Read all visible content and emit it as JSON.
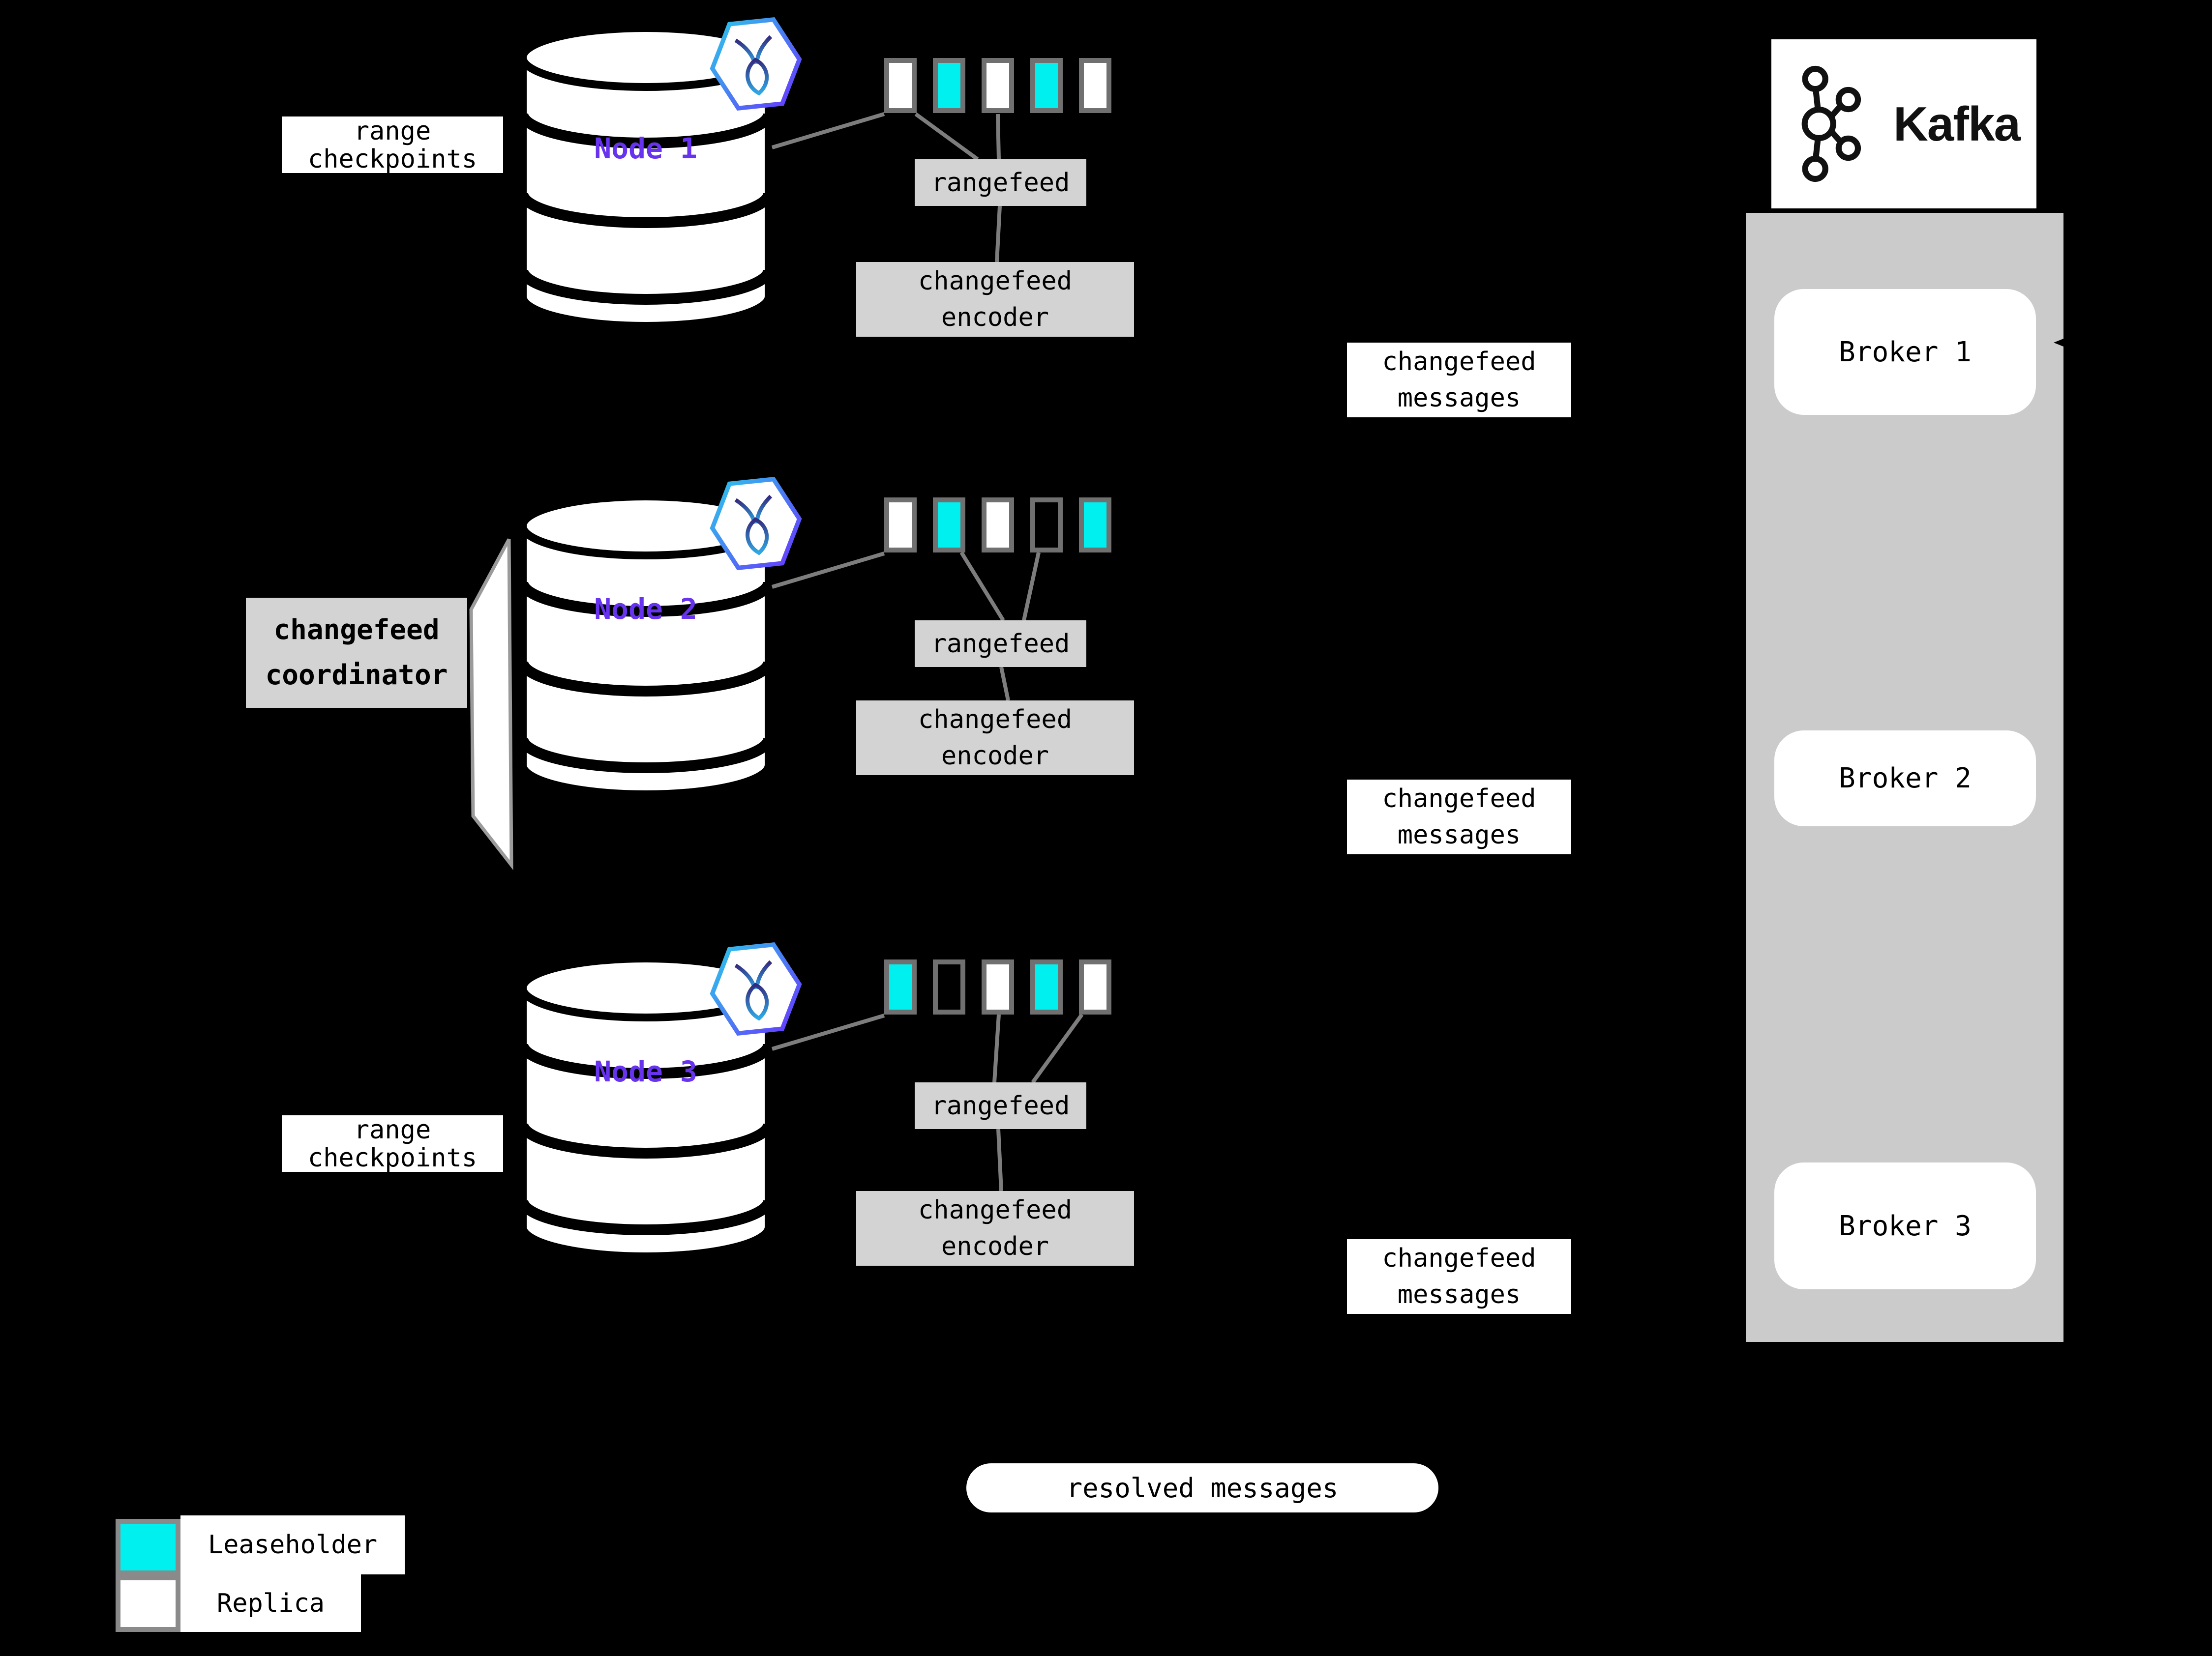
{
  "nodes": [
    {
      "name": "Node 1",
      "checkpoint_label": "range\ncheckpoints",
      "ranges": [
        "replica",
        "leaseholder",
        "replica",
        "leaseholder",
        "replica"
      ]
    },
    {
      "name": "Node 2",
      "ranges": [
        "replica",
        "leaseholder",
        "replica",
        "none",
        "leaseholder"
      ]
    },
    {
      "name": "Node 3",
      "checkpoint_label": "range\ncheckpoints",
      "ranges": [
        "leaseholder",
        "none",
        "replica",
        "leaseholder",
        "replica"
      ]
    }
  ],
  "pipeline": {
    "rangefeed": "rangefeed",
    "encoder": "changefeed\nencoder",
    "messages": "changefeed\nmessages",
    "coordinator": "changefeed\ncoordinator",
    "resolved": "resolved messages"
  },
  "kafka": {
    "title": "Kafka",
    "brokers": [
      {
        "label": "Broker 1"
      },
      {
        "label": "Broker 2"
      },
      {
        "label": "Broker 3"
      }
    ]
  },
  "legend": [
    {
      "swatch": "leaseholder",
      "label": "Leaseholder"
    },
    {
      "swatch": "replica",
      "label": "Replica"
    }
  ],
  "icons": {
    "node_badge": "cockroachdb-icon",
    "kafka_logo": "kafka-logo-icon"
  },
  "colors": {
    "background": "#000000",
    "leaseholder_cyan": "#00efef",
    "replica_white": "#ffffff",
    "node_label_purple": "#6733ee",
    "box_gray": "#d3d3d3",
    "kafka_container_gray": "#cbcbcb",
    "connector_gray": "#7d7d7d"
  }
}
